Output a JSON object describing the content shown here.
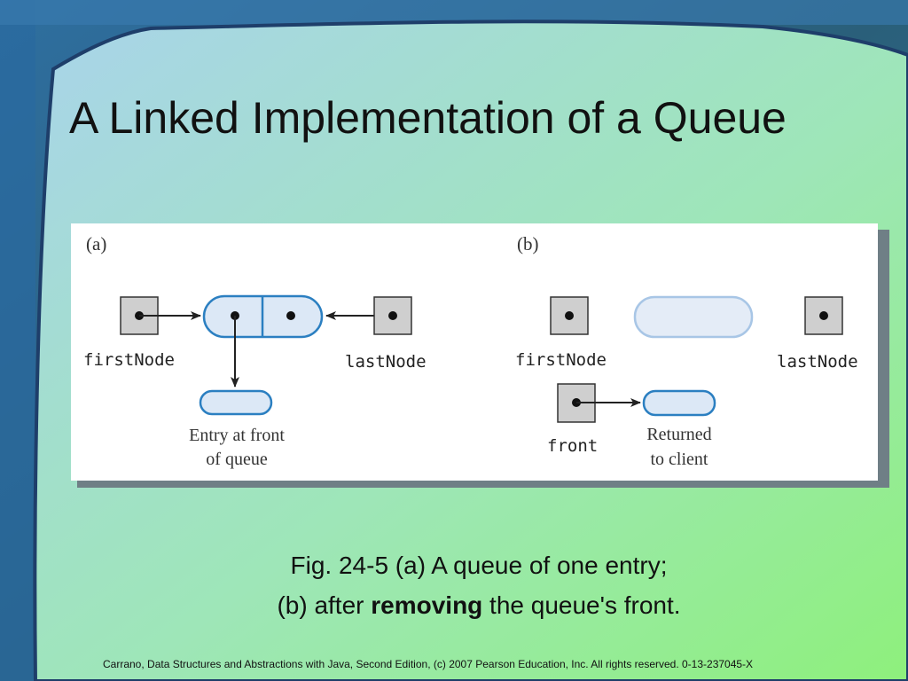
{
  "slide": {
    "title": "A Linked Implementation of a Queue",
    "caption_line1": "Fig. 24-5 (a) A queue of one entry;",
    "caption_line2_pre": "(b) after ",
    "caption_line2_bold": "removing",
    "caption_line2_post": " the queue's front.",
    "footer": "Carrano, Data Structures and Abstractions with Java, Second Edition, (c) 2007 Pearson Education, Inc. All rights reserved. 0-13-237045-X"
  },
  "figure": {
    "panel_a": {
      "label": "(a)",
      "first_node_label": "firstNode",
      "last_node_label": "lastNode",
      "entry_label_line1": "Entry at front",
      "entry_label_line2": "of queue"
    },
    "panel_b": {
      "label": "(b)",
      "first_node_label": "firstNode",
      "last_node_label": "lastNode",
      "front_label": "front",
      "returned_label_line1": "Returned",
      "returned_label_line2": "to client"
    }
  },
  "colors": {
    "node_fill": "#dce8f6",
    "node_stroke": "#2b7fc1",
    "pointer_box_fill": "#cfcfcf",
    "title_text": "#111111"
  }
}
